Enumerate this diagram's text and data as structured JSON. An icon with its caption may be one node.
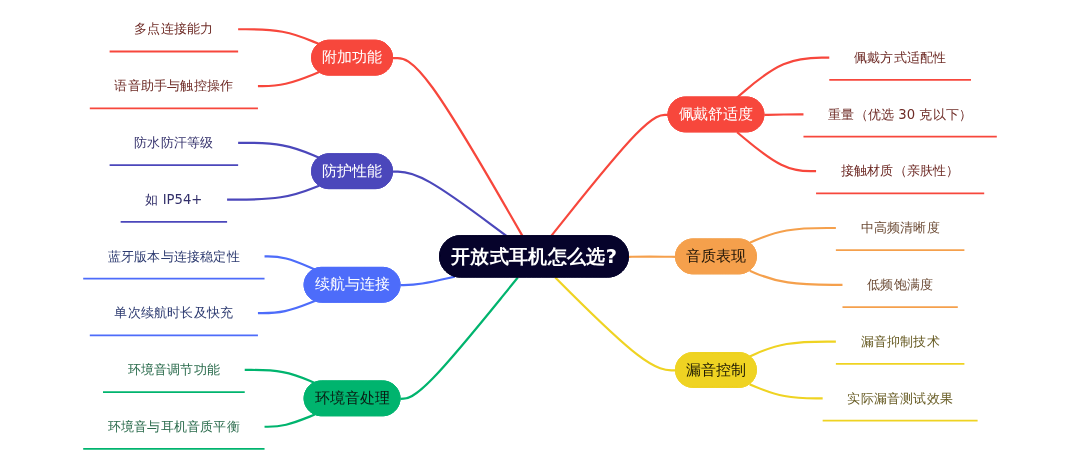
{
  "diagram": {
    "nodes": [
      {
        "text": [
          "开放式耳机怎么选?"
        ]
      },
      {
        "text": [
          "佩戴舒适度"
        ]
      },
      {
        "text": [
          "佩戴方式适配性"
        ]
      },
      {
        "text": [
          "重量（优选 30 克以下）"
        ]
      },
      {
        "text": [
          "接触材质（亲肤性）"
        ]
      },
      {
        "text": [
          "音质表现"
        ]
      },
      {
        "text": [
          "中高频清晰度"
        ]
      },
      {
        "text": [
          "低频饱满度"
        ]
      },
      {
        "text": [
          "漏音控制"
        ]
      },
      {
        "text": [
          "漏音抑制技术"
        ]
      },
      {
        "text": [
          "实际漏音测试效果"
        ]
      },
      {
        "text": [
          "附加功能"
        ]
      },
      {
        "text": [
          "多点连接能力"
        ]
      },
      {
        "text": [
          "语音助手与触控操作"
        ]
      },
      {
        "text": [
          "防护性能"
        ]
      },
      {
        "text": [
          "防水防汗等级"
        ]
      },
      {
        "text": [
          "如 IP54+"
        ]
      },
      {
        "text": [
          "续航与连接"
        ]
      },
      {
        "text": [
          "蓝牙版本与连接稳定性"
        ]
      },
      {
        "text": [
          "单次续航时长及快充"
        ]
      },
      {
        "text": [
          "环境音处理"
        ]
      },
      {
        "text": [
          "环境音调节功能"
        ]
      },
      {
        "text": [
          "环境音与耳机音质平衡"
        ]
      }
    ],
    "edges": [
      {
        "from": 0,
        "to": 1,
        "arrow": "none"
      },
      {
        "from": 1,
        "to": 2,
        "arrow": "none"
      },
      {
        "from": 1,
        "to": 3,
        "arrow": "none"
      },
      {
        "from": 1,
        "to": 4,
        "arrow": "none"
      },
      {
        "from": 0,
        "to": 5,
        "arrow": "none",
        "color": "#f5a04c"
      },
      {
        "from": 5,
        "to": 6,
        "arrow": "none",
        "color": "#f5a04c"
      },
      {
        "from": 5,
        "to": 7,
        "arrow": "none",
        "color": "#f5a04c"
      },
      {
        "from": 0,
        "to": 8,
        "arrow": "none",
        "color": "#efd322"
      },
      {
        "from": 8,
        "to": 9,
        "arrow": "none",
        "color": "#efd322"
      },
      {
        "from": 8,
        "to": 10,
        "arrow": "none",
        "color": "#efd322"
      },
      {
        "from": 12,
        "to": 11,
        "arrow": "none"
      },
      {
        "from": 13,
        "to": 11,
        "arrow": "none"
      },
      {
        "from": 11,
        "to": 0,
        "arrow": "none"
      },
      {
        "from": 15,
        "to": 14,
        "arrow": "none",
        "color": "#4b47bb"
      },
      {
        "from": 16,
        "to": 14,
        "arrow": "none",
        "color": "#4b47bb"
      },
      {
        "from": 14,
        "to": 0,
        "arrow": "none",
        "color": "#4b47bb"
      },
      {
        "from": 18,
        "to": 17,
        "arrow": "none",
        "color": "#4d6cfa"
      },
      {
        "from": 19,
        "to": 17,
        "arrow": "none",
        "color": "#4d6cfa"
      },
      {
        "from": 17,
        "to": 0,
        "arrow": "none",
        "color": "#4d6cfa"
      },
      {
        "from": 21,
        "to": 20,
        "arrow": "none",
        "color": "#00b46e"
      },
      {
        "from": 22,
        "to": 20,
        "arrow": "none",
        "color": "#00b46e"
      },
      {
        "from": 20,
        "to": 0,
        "arrow": "none",
        "color": "#00b46e"
      }
    ]
  }
}
